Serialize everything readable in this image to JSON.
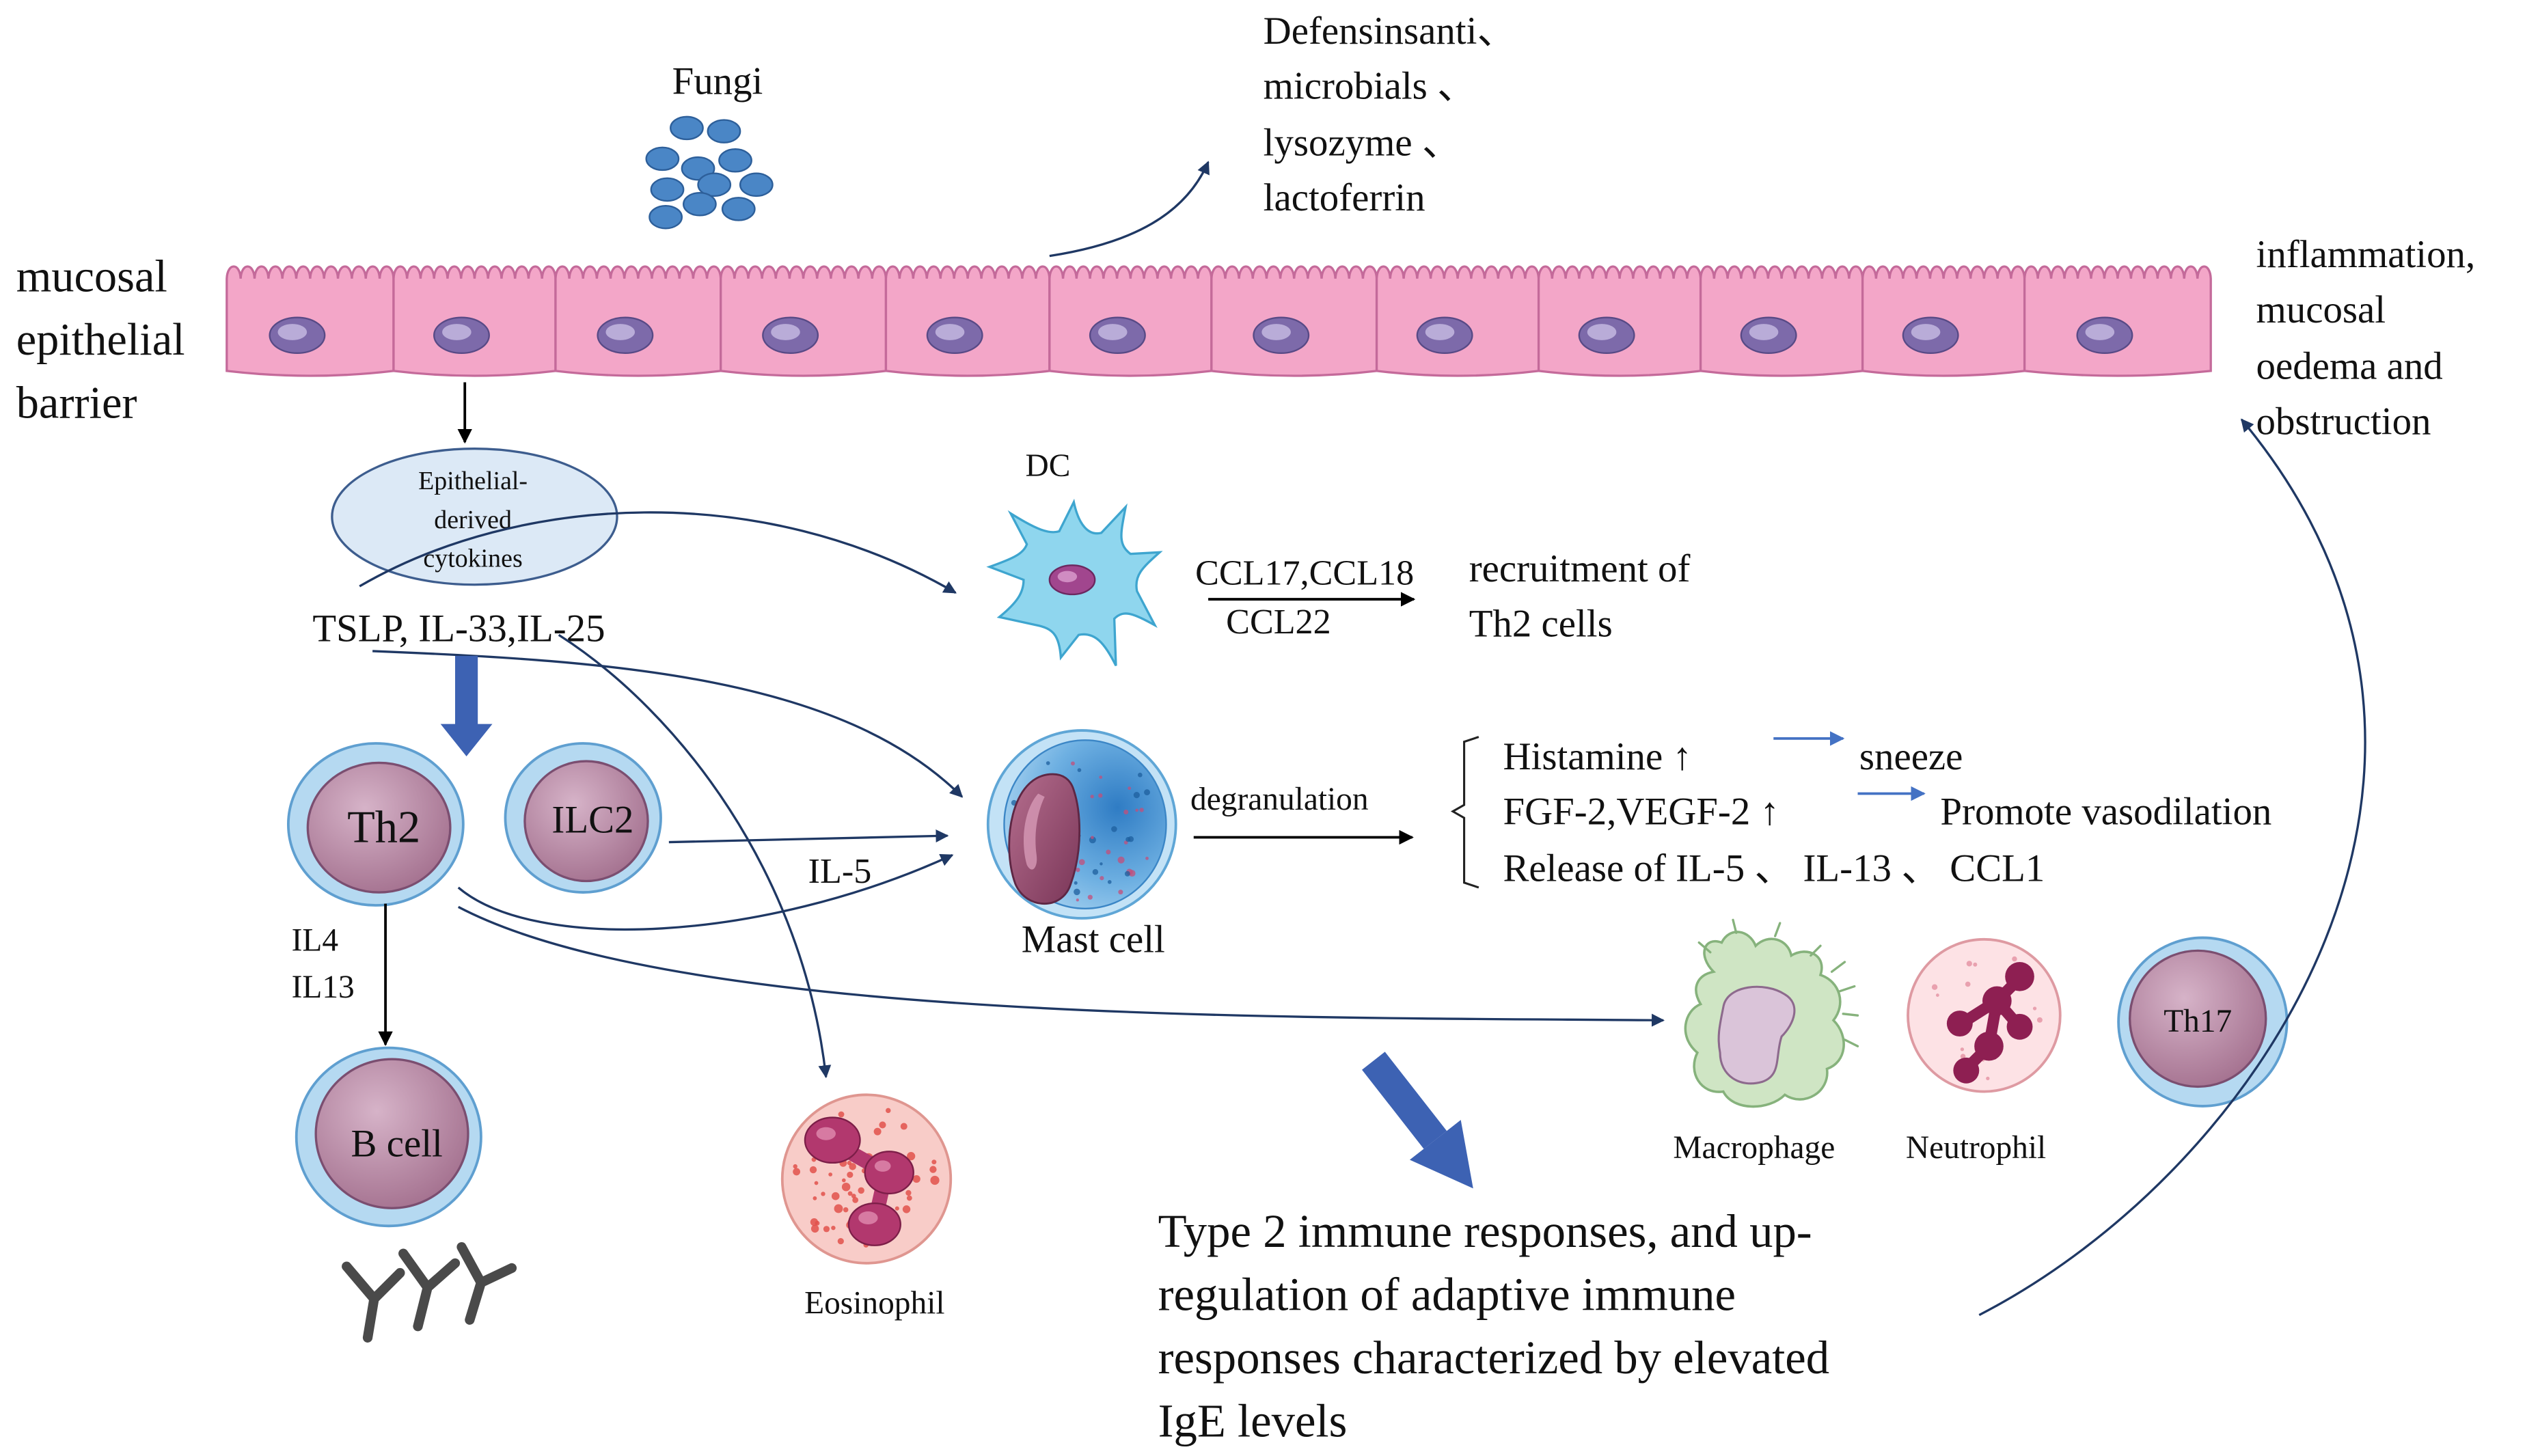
{
  "fungi": {
    "label": "Fungi"
  },
  "antimicrobials": {
    "lines": [
      "Defensinsanti、",
      "microbials 、",
      "lysozyme 、",
      "lactoferrin"
    ]
  },
  "barrier": {
    "label_lines": [
      "mucosal",
      "epithelial",
      "barrier"
    ]
  },
  "outcome": {
    "lines": [
      "inflammation,",
      "mucosal",
      "oedema and",
      "obstruction"
    ]
  },
  "cytokines": {
    "ellipse_lines": [
      "Epithelial-",
      "derived",
      "cytokines"
    ],
    "names": "TSLP, IL-33,IL-25"
  },
  "dc": {
    "label": "DC",
    "chemokines_line1": "CCL17,CCL18",
    "chemokines_line2": "CCL22",
    "result_lines": [
      "recruitment of",
      "Th2 cells"
    ]
  },
  "th2": {
    "label": "Th2",
    "mediator_lines": [
      "IL4",
      "IL13"
    ]
  },
  "ilc2": {
    "label": "ILC2",
    "mediator": "IL-5"
  },
  "mast_cell": {
    "label": "Mast cell",
    "process": "degranulation",
    "effects": [
      {
        "cause": "Histamine ↑",
        "effect": "sneeze"
      },
      {
        "cause": "FGF-2,VEGF-2 ↑",
        "effect": "Promote vasodilation"
      }
    ],
    "release": "Release of IL-5 、 IL-13 、 CCL1"
  },
  "b_cell": {
    "label": "B cell"
  },
  "eosinophil": {
    "label": "Eosinophil"
  },
  "macrophage": {
    "label": "Macrophage"
  },
  "neutrophil": {
    "label": "Neutrophil"
  },
  "th17": {
    "label": "Th17"
  },
  "conclusion": {
    "lines": [
      "Type 2 immune responses, and up-",
      "regulation of adaptive immune",
      "responses characterized by elevated",
      "IgE levels"
    ]
  },
  "colors": {
    "epithelium": "#f3a6c8",
    "epithelium_border": "#c46a9a",
    "nucleus": "#7d6aaa",
    "fungi": "#4a86c6",
    "arrow": "#1f3864",
    "big_arrow": "#3d62b3",
    "lymphocyte_outer": "#b5d9f1",
    "dc": "#8fd6ee",
    "mast_cell": "#4c98d4",
    "eosinophil": "#f8ccc8",
    "macrophage": "#cfe5c4",
    "neutrophil": "#fde2e5"
  }
}
